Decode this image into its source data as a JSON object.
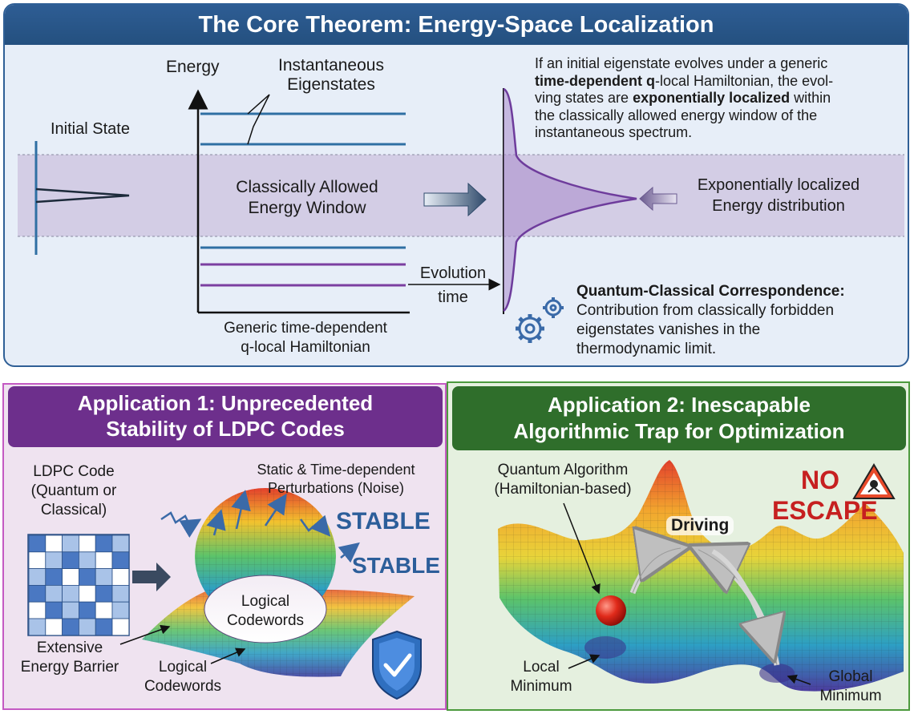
{
  "top_panel": {
    "title": "The Core Theorem: Energy-Space Localization",
    "energy_axis_label": "Energy",
    "instantaneous_label_1": "Instantaneous",
    "instantaneous_label_2": "Eigenstates",
    "initial_state_label": "Initial State",
    "window_label_1": "Classically Allowed",
    "window_label_2": "Energy Window",
    "hamiltonian_label_1": "Generic time-dependent",
    "hamiltonian_label_2": "q-local Hamiltonian",
    "evolution_label_1": "Evolution",
    "evolution_label_2": "time",
    "statement": {
      "line1": "If an initial eigenstate evolves under a generic",
      "line2_bold": "time-dependent q",
      "line2_rest": "-local Hamiltonian, the evol-",
      "line3_pre": "ving states are ",
      "line3_bold": "exponentially localized",
      "line3_post": " within",
      "line4": "the classically allowed energy window of the",
      "line5": "instantaneous spectrum."
    },
    "distribution_label_1": "Exponentially localized",
    "distribution_label_2": "Energy distribution",
    "correspondence_title": "Quantum-Classical Correspondence:",
    "correspondence_1": "Contribution from classically forbidden",
    "correspondence_2": "eigenstates vanishes in the",
    "correspondence_3": "thermodynamic limit.",
    "colors": {
      "header": "#2e5d94",
      "window_band": "#c9c2df",
      "blue_levels": "#2f6fa3",
      "purple_levels": "#7b3fa0"
    }
  },
  "app1": {
    "title_1": "Application 1: Unprecedented",
    "title_2": "Stability of LDPC Codes",
    "ldpc_label_1": "LDPC Code",
    "ldpc_label_2": "(Quantum or",
    "ldpc_label_3": "Classical)",
    "perturb_label_1": "Static & Time-dependent",
    "perturb_label_2": "Perturbations (Noise)",
    "stable_1": "STABLE",
    "stable_2": "STABLE",
    "logical_center_1": "Logical",
    "logical_center_2": "Codewords",
    "barrier_label_1": "Extensive",
    "barrier_label_2": "Energy Barrier",
    "logical_bottom_1": "Logical",
    "logical_bottom_2": "Codewords",
    "icons": [
      "shield-check-icon",
      "matrix-grid-icon"
    ]
  },
  "app2": {
    "title_1": "Application 2: Inescapable",
    "title_2": "Algorithmic Trap for Optimization",
    "algo_label_1": "Quantum Algorithm",
    "algo_label_2": "(Hamiltonian-based)",
    "no_escape_1": "NO",
    "no_escape_2": "ESCAPE",
    "driving_label": "Driving",
    "local_min_1": "Local",
    "local_min_2": "Minimum",
    "global_min_1": "Global",
    "global_min_2": "Minimum",
    "icons": [
      "warning-icon",
      "ball-icon"
    ]
  }
}
